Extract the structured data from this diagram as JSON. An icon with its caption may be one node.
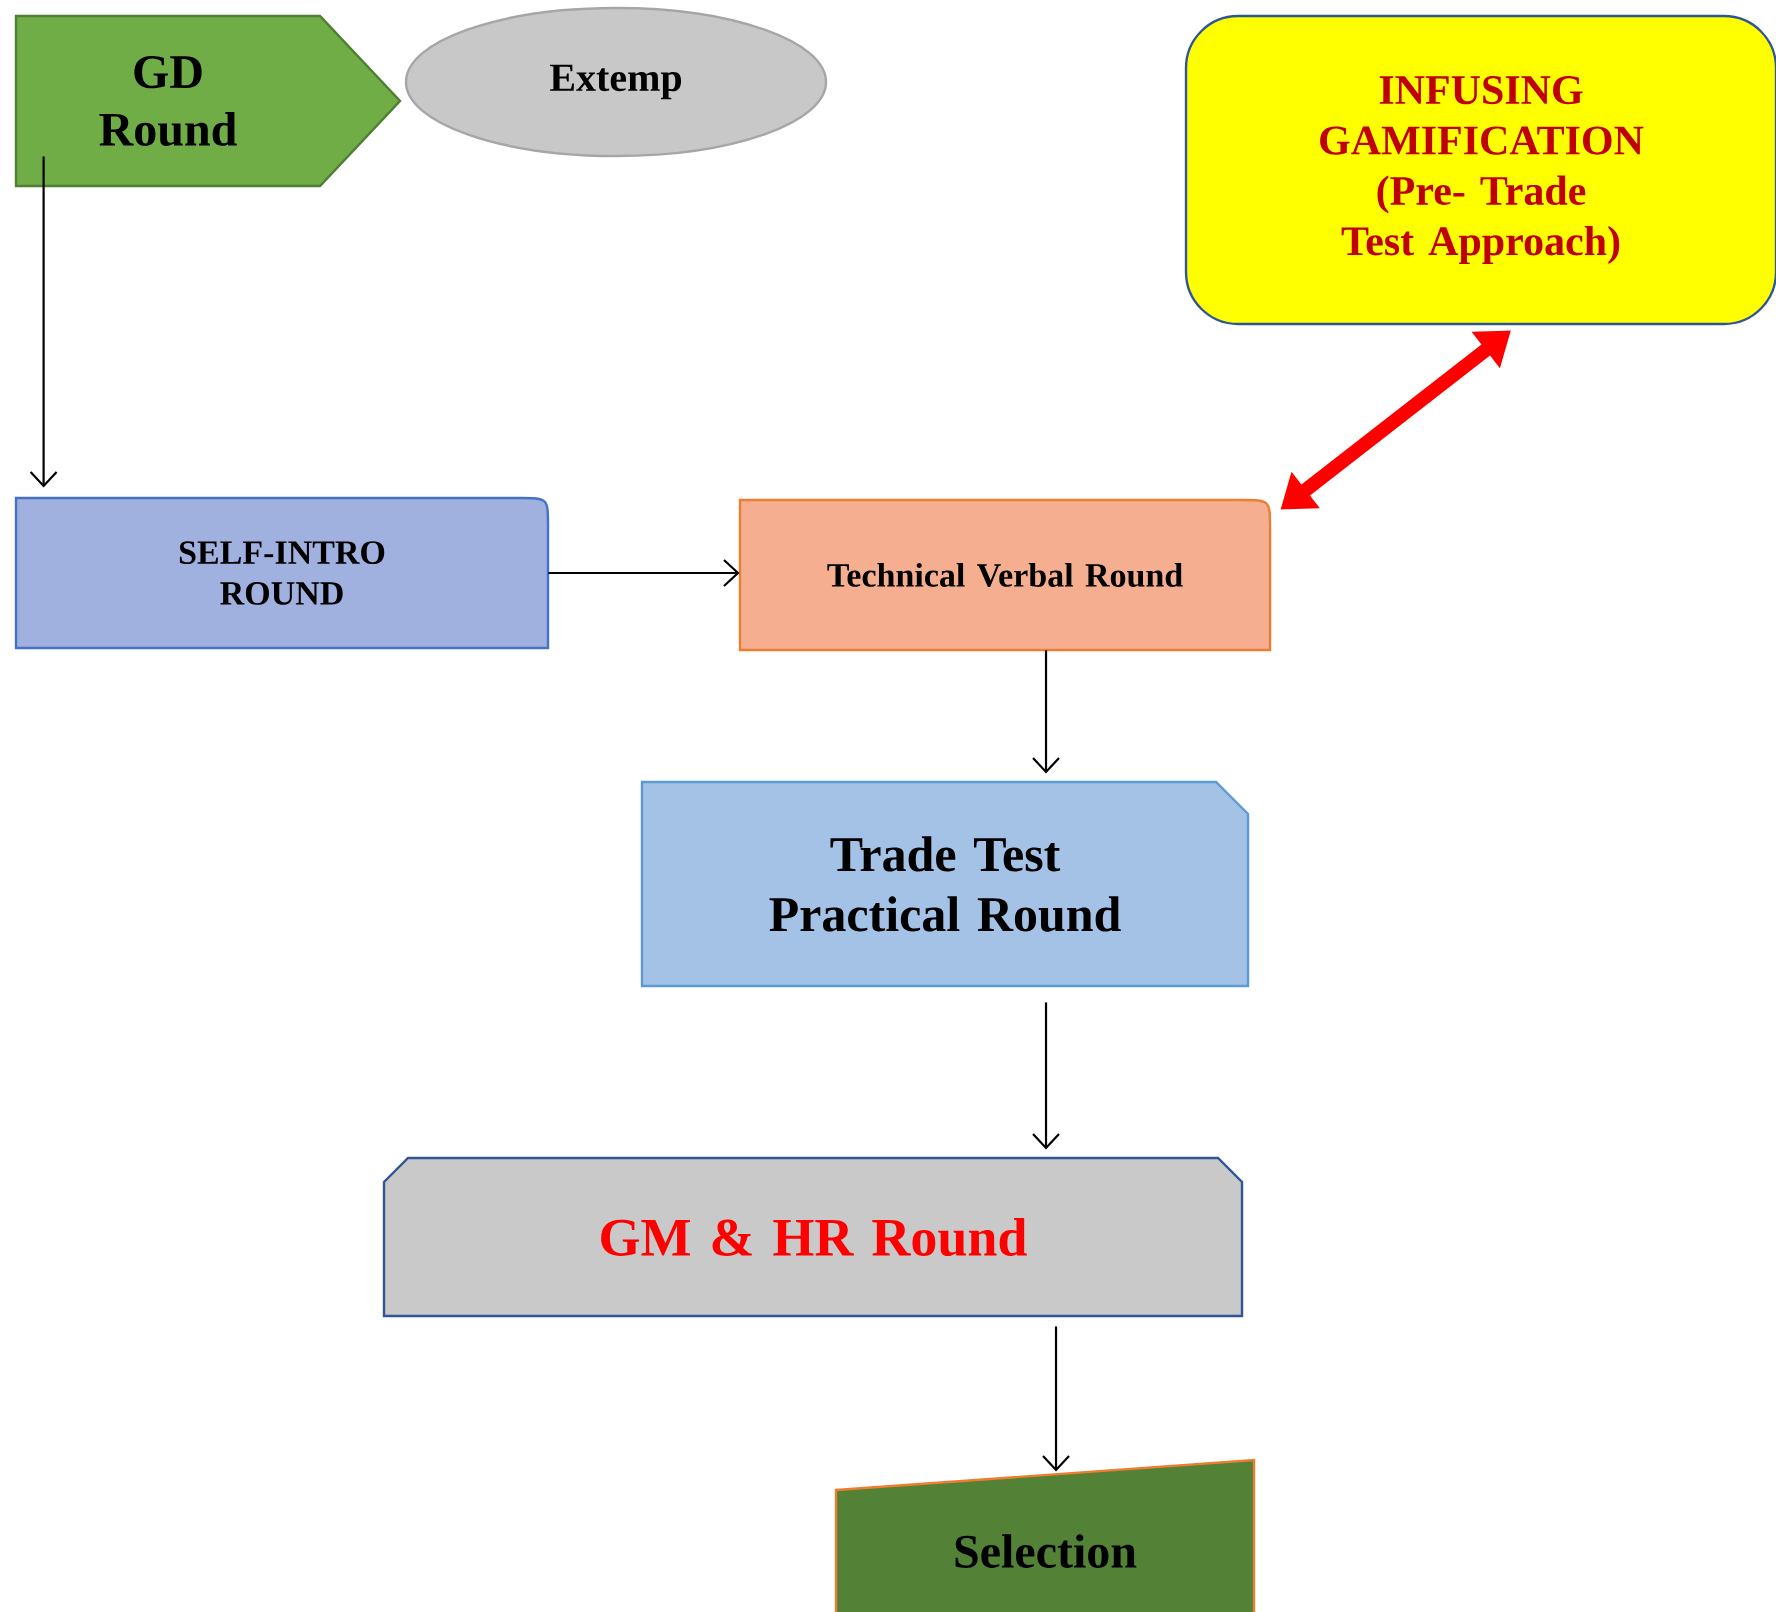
{
  "diagram": {
    "nodes": [
      {
        "text": [
          "GD Round"
        ]
      },
      {
        "text": [
          "Extemp"
        ]
      },
      {
        "text": [
          "INFUSING GAMIFICATION (Pre- Trade Test Approach)"
        ]
      },
      {
        "text": [
          "SELF-INTRO ROUND"
        ]
      },
      {
        "text": [
          "Technical Verbal Round"
        ]
      },
      {
        "text": [
          "Trade Test Practical Round"
        ]
      },
      {
        "text": [
          "GM & HR Round"
        ]
      },
      {
        "text": [
          "Selection"
        ]
      }
    ],
    "edges": [
      {
        "from": 0,
        "to": 3,
        "arrow": "to"
      },
      {
        "from": 3,
        "to": 4,
        "arrow": "to"
      },
      {
        "from": 4,
        "to": 5,
        "arrow": "to"
      },
      {
        "from": 5,
        "to": 6,
        "arrow": "to"
      },
      {
        "from": 6,
        "to": 7,
        "arrow": "to"
      },
      {
        "from": 2,
        "to": 4,
        "arrow": "both",
        "style": "thick",
        "color": "#ff0000"
      }
    ]
  }
}
